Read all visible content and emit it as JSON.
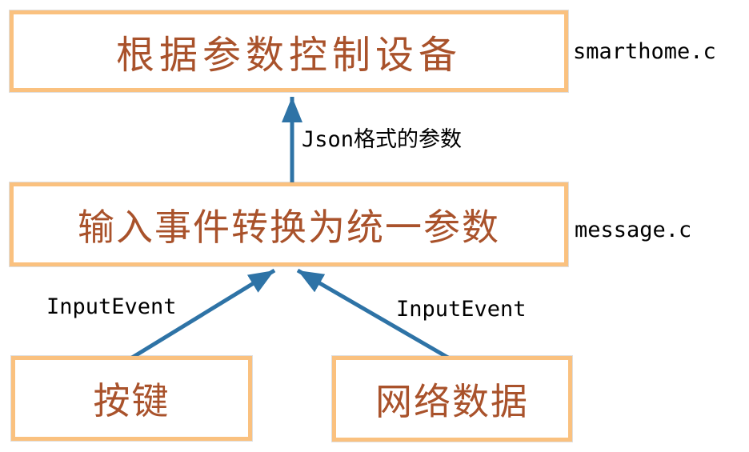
{
  "colors": {
    "box_border": "#FAC17F",
    "box_text": "#A9522B",
    "arrow": "#2E73A6",
    "label_text": "#000000",
    "background": "#FFFFFF"
  },
  "nodes": {
    "smarthome": {
      "label": "根据参数控制设备",
      "file": "smarthome.c"
    },
    "message": {
      "label": "输入事件转换为统一参数",
      "file": "message.c"
    },
    "key": {
      "label": "按键"
    },
    "network": {
      "label": "网络数据"
    }
  },
  "edges": {
    "json_param": {
      "label": "Json格式的参数",
      "from": "message",
      "to": "smarthome"
    },
    "input_event_left": {
      "label": "InputEvent",
      "from": "key",
      "to": "message"
    },
    "input_event_right": {
      "label": "InputEvent",
      "from": "network",
      "to": "message"
    }
  }
}
